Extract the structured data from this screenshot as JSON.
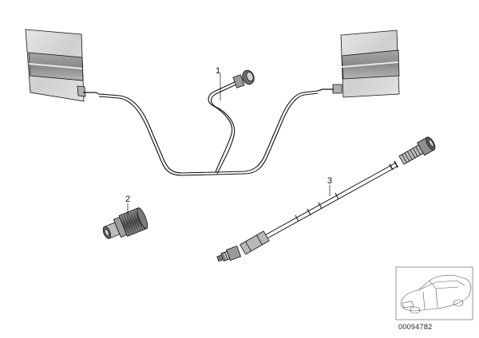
{
  "diagram": {
    "callouts": [
      {
        "id": "1",
        "text": "1"
      },
      {
        "id": "2",
        "text": "2"
      },
      {
        "id": "3",
        "text": "3"
      }
    ],
    "reference_number": "00094782",
    "colors": {
      "line": "#111111",
      "panel_fill": "#d8d8d8",
      "panel_dark": "#9a9a9a",
      "frame": "#7a7a7a"
    }
  }
}
